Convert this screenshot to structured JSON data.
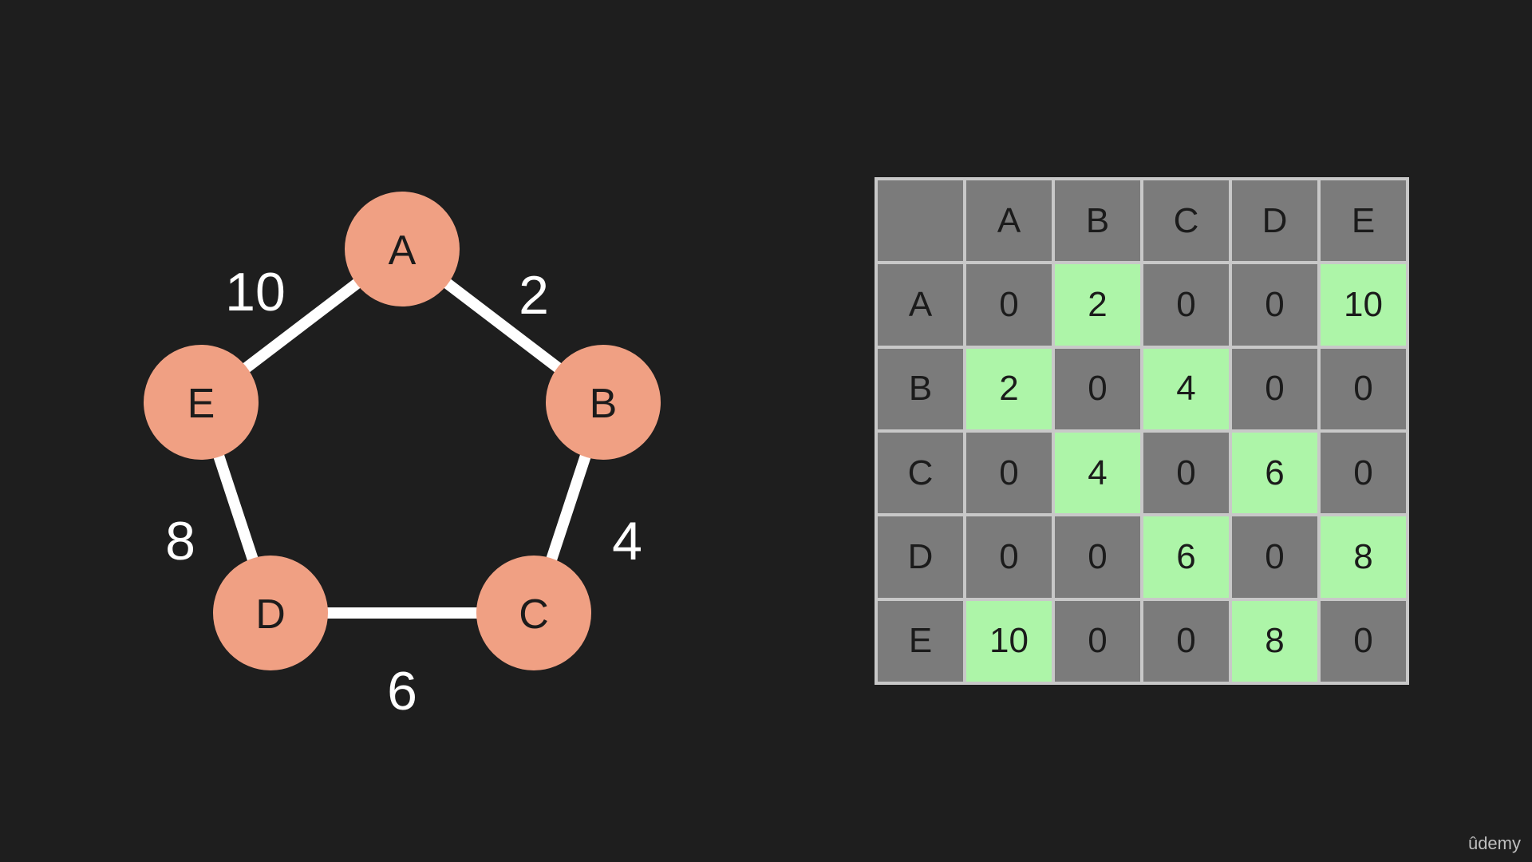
{
  "graph": {
    "nodes": [
      "A",
      "B",
      "C",
      "D",
      "E"
    ],
    "edges": [
      {
        "from": "A",
        "to": "B",
        "weight": "2"
      },
      {
        "from": "B",
        "to": "C",
        "weight": "4"
      },
      {
        "from": "C",
        "to": "D",
        "weight": "6"
      },
      {
        "from": "D",
        "to": "E",
        "weight": "8"
      },
      {
        "from": "E",
        "to": "A",
        "weight": "10"
      }
    ],
    "node_color": "#f0a083",
    "edge_color": "#ffffff"
  },
  "matrix": {
    "corner": "",
    "columns": [
      "A",
      "B",
      "C",
      "D",
      "E"
    ],
    "rows": [
      {
        "label": "A",
        "values": [
          "0",
          "2",
          "0",
          "0",
          "10"
        ]
      },
      {
        "label": "B",
        "values": [
          "2",
          "0",
          "4",
          "0",
          "0"
        ]
      },
      {
        "label": "C",
        "values": [
          "0",
          "4",
          "0",
          "6",
          "0"
        ]
      },
      {
        "label": "D",
        "values": [
          "0",
          "0",
          "6",
          "0",
          "8"
        ]
      },
      {
        "label": "E",
        "values": [
          "10",
          "0",
          "0",
          "8",
          "0"
        ]
      }
    ],
    "highlight_color": "#adf5a8",
    "cell_color": "#7b7b7b"
  },
  "brand": "ûdemy"
}
